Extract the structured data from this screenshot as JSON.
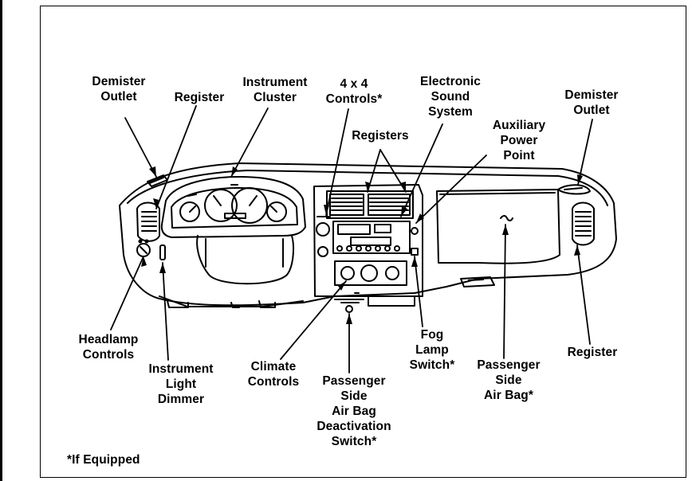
{
  "labels": {
    "demister_outlet_left": "Demister\nOutlet",
    "register_left": "Register",
    "instrument_cluster": "Instrument\nCluster",
    "four_by_four_controls": "4 x 4\nControls*",
    "electronic_sound_system": "Electronic\nSound\nSystem",
    "registers_center": "Registers",
    "auxiliary_power_point": "Auxiliary\nPower\nPoint",
    "demister_outlet_right": "Demister\nOutlet",
    "headlamp_controls": "Headlamp\nControls",
    "instrument_light_dimmer": "Instrument\nLight\nDimmer",
    "climate_controls": "Climate\nControls",
    "passenger_air_bag_deactivation_switch": "Passenger\nSide\nAir Bag\nDeactivation\nSwitch*",
    "fog_lamp_switch": "Fog\nLamp\nSwitch*",
    "passenger_side_air_bag": "Passenger\nSide\nAir Bag*",
    "register_right": "Register"
  },
  "footnote": "*If Equipped"
}
